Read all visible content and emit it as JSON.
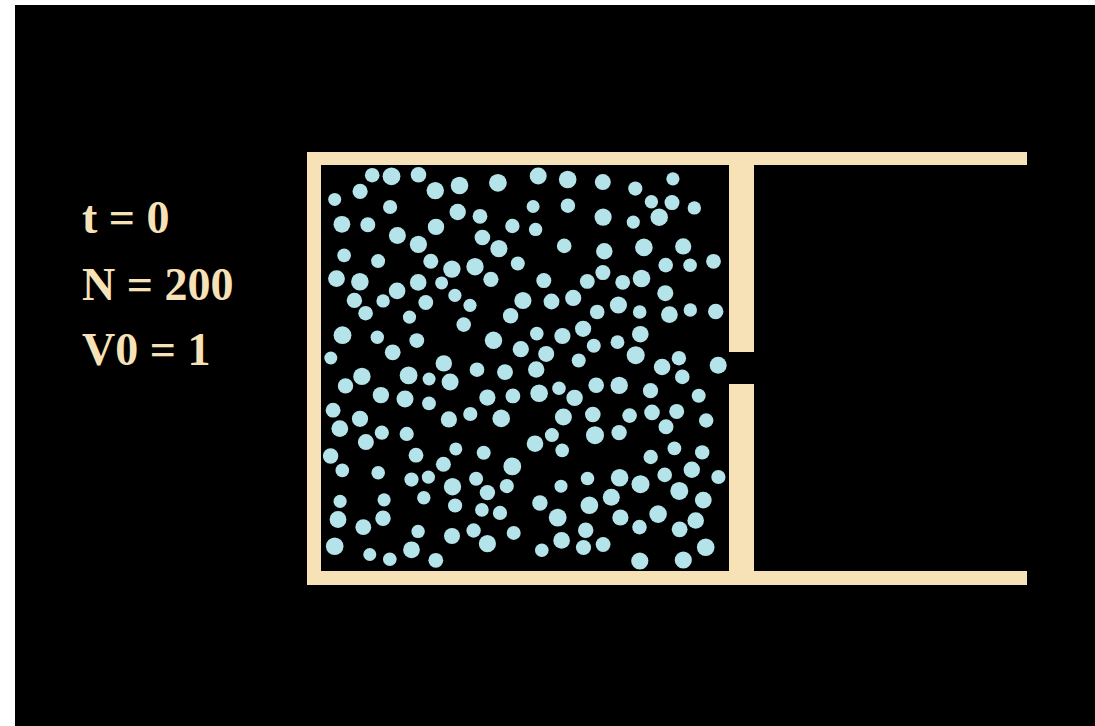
{
  "diagram": {
    "labels": [
      "t = 0",
      "N = 200",
      "V0 = 1"
    ]
  }
}
